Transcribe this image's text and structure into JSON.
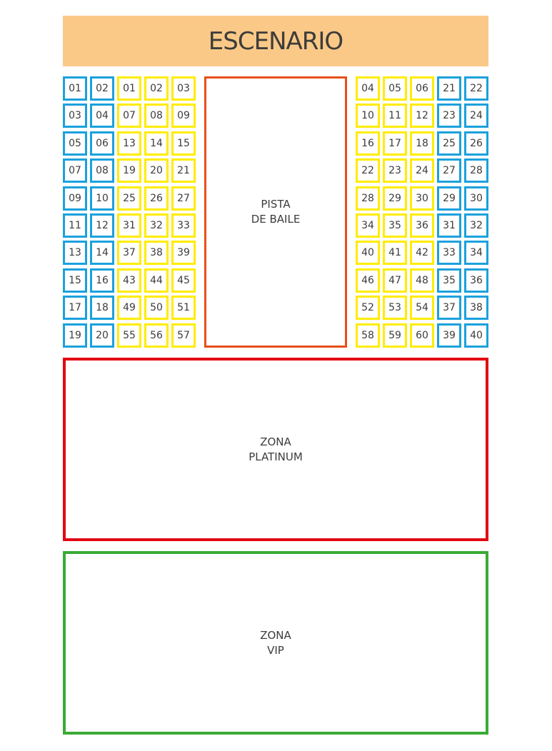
{
  "stage": {
    "label": "ESCENARIO"
  },
  "colors": {
    "blue": "#1ba1dc",
    "yellow": "#ffec00",
    "orange": "#e94e1b",
    "red": "#e30613",
    "green": "#3aaa35",
    "stage": "#fbc987"
  },
  "seat_blocks": [
    {
      "name": "left-blue",
      "color": "blue",
      "rows": [
        [
          "01",
          "02"
        ],
        [
          "03",
          "04"
        ],
        [
          "05",
          "06"
        ],
        [
          "07",
          "08"
        ],
        [
          "09",
          "10"
        ],
        [
          "11",
          "12"
        ],
        [
          "13",
          "14"
        ],
        [
          "15",
          "16"
        ],
        [
          "17",
          "18"
        ],
        [
          "19",
          "20"
        ]
      ]
    },
    {
      "name": "left-yellow",
      "color": "yellow",
      "rows": [
        [
          "01",
          "02",
          "03"
        ],
        [
          "07",
          "08",
          "09"
        ],
        [
          "13",
          "14",
          "15"
        ],
        [
          "19",
          "20",
          "21"
        ],
        [
          "25",
          "26",
          "27"
        ],
        [
          "31",
          "32",
          "33"
        ],
        [
          "37",
          "38",
          "39"
        ],
        [
          "43",
          "44",
          "45"
        ],
        [
          "49",
          "50",
          "51"
        ],
        [
          "55",
          "56",
          "57"
        ]
      ]
    },
    {
      "name": "right-yellow",
      "color": "yellow",
      "rows": [
        [
          "04",
          "05",
          "06"
        ],
        [
          "10",
          "11",
          "12"
        ],
        [
          "16",
          "17",
          "18"
        ],
        [
          "22",
          "23",
          "24"
        ],
        [
          "28",
          "29",
          "30"
        ],
        [
          "34",
          "35",
          "36"
        ],
        [
          "40",
          "41",
          "42"
        ],
        [
          "46",
          "47",
          "48"
        ],
        [
          "52",
          "53",
          "54"
        ],
        [
          "58",
          "59",
          "60"
        ]
      ]
    },
    {
      "name": "right-blue",
      "color": "blue",
      "rows": [
        [
          "21",
          "22"
        ],
        [
          "23",
          "24"
        ],
        [
          "25",
          "26"
        ],
        [
          "27",
          "28"
        ],
        [
          "29",
          "30"
        ],
        [
          "31",
          "32"
        ],
        [
          "33",
          "34"
        ],
        [
          "35",
          "36"
        ],
        [
          "37",
          "38"
        ],
        [
          "39",
          "40"
        ]
      ]
    }
  ],
  "zones": {
    "pista": {
      "line1": "PISTA",
      "line2": "DE BAILE"
    },
    "platinum": {
      "line1": "ZONA",
      "line2": "PLATINUM"
    },
    "vip": {
      "line1": "ZONA",
      "line2": "VIP"
    }
  }
}
